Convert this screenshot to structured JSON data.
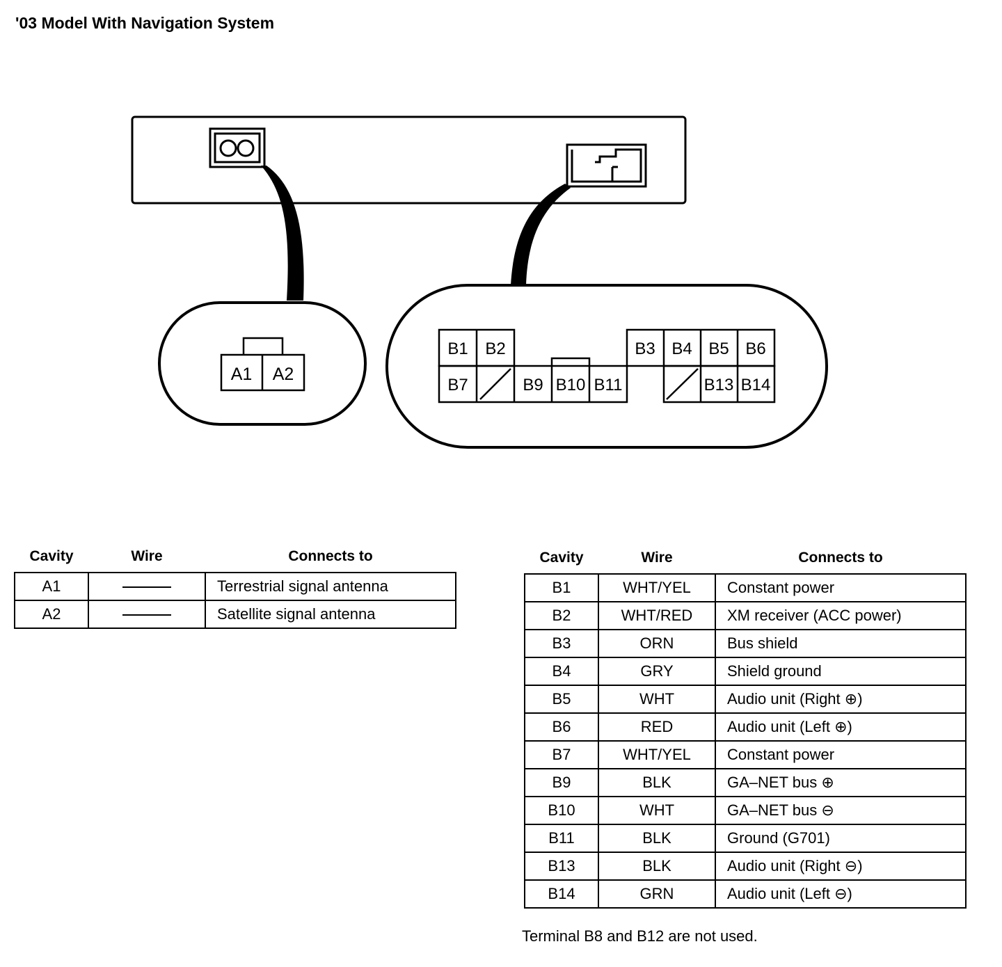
{
  "title": "'03 Model With Navigation System",
  "connector_a": {
    "cavities": [
      "A1",
      "A2"
    ]
  },
  "connector_b": {
    "top_row": [
      "B1",
      "B2",
      "B3",
      "B4",
      "B5",
      "B6"
    ],
    "bottom_row": [
      "B7",
      "B9",
      "B10",
      "B11",
      "B13",
      "B14"
    ]
  },
  "table_a": {
    "headers": {
      "cavity": "Cavity",
      "wire": "Wire",
      "connects": "Connects to"
    },
    "rows": [
      {
        "cavity": "A1",
        "wire": "",
        "connects": "Terrestrial signal antenna"
      },
      {
        "cavity": "A2",
        "wire": "",
        "connects": "Satellite signal antenna"
      }
    ]
  },
  "table_b": {
    "headers": {
      "cavity": "Cavity",
      "wire": "Wire",
      "connects": "Connects to"
    },
    "rows": [
      {
        "cavity": "B1",
        "wire": "WHT/YEL",
        "connects": "Constant power"
      },
      {
        "cavity": "B2",
        "wire": "WHT/RED",
        "connects": "XM receiver (ACC power)"
      },
      {
        "cavity": "B3",
        "wire": "ORN",
        "connects": "Bus shield"
      },
      {
        "cavity": "B4",
        "wire": "GRY",
        "connects": "Shield ground"
      },
      {
        "cavity": "B5",
        "wire": "WHT",
        "connects": "Audio unit (Right ⊕)"
      },
      {
        "cavity": "B6",
        "wire": "RED",
        "connects": "Audio unit (Left ⊕)"
      },
      {
        "cavity": "B7",
        "wire": "WHT/YEL",
        "connects": "Constant power"
      },
      {
        "cavity": "B9",
        "wire": "BLK",
        "connects": "GA–NET bus ⊕"
      },
      {
        "cavity": "B10",
        "wire": "WHT",
        "connects": "GA–NET bus ⊖"
      },
      {
        "cavity": "B11",
        "wire": "BLK",
        "connects": "Ground (G701)"
      },
      {
        "cavity": "B13",
        "wire": "BLK",
        "connects": "Audio unit (Right ⊖)"
      },
      {
        "cavity": "B14",
        "wire": "GRN",
        "connects": "Audio unit (Left ⊖)"
      }
    ]
  },
  "note": "Terminal B8 and B12 are not used."
}
